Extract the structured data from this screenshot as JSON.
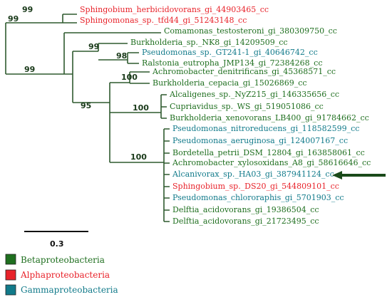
{
  "colors": {
    "beta": "#1f6f1f",
    "alpha": "#e8222a",
    "gamma": "#117a8a",
    "branch": "#2f5a2f",
    "arrow": "#1a4a1a"
  },
  "tips": [
    {
      "label": "Sphingobium_herbicidovorans_gi_44903465_cc",
      "group": "alpha"
    },
    {
      "label": "Sphingomonas_sp._tfd44_gi_51243148_cc",
      "group": "alpha"
    },
    {
      "label": "Comamonas_testosteroni_gi_380309750_cc",
      "group": "beta"
    },
    {
      "label": "Burkholderia_sp._NK8_gi_14209509_cc",
      "group": "beta"
    },
    {
      "label": "Pseudomonas_sp._GT241-1_gi_40646742_cc",
      "group": "gamma"
    },
    {
      "label": "Ralstonia_eutropha_JMP134_gi_72384268_cc",
      "group": "beta"
    },
    {
      "label": "Achromobacter_denitrificans_gi_45368571_cc",
      "group": "beta"
    },
    {
      "label": "Burkholderia_cepacia_gi_15026869_cc",
      "group": "beta"
    },
    {
      "label": "Alcaligenes_sp._NyZ215_gi_146335656_cc",
      "group": "beta"
    },
    {
      "label": "Cupriavidus_sp._WS_gi_519051086_cc",
      "group": "beta"
    },
    {
      "label": "Burkholderia_xenovorans_LB400_gi_91784662_cc",
      "group": "beta"
    },
    {
      "label": "Pseudomonas_nitroreducens_gi_118582599_cc",
      "group": "gamma"
    },
    {
      "label": "Pseudomonas_aeruginosa_gi_124007167_cc",
      "group": "gamma"
    },
    {
      "label": "Bordetella_petrii_DSM_12804_gi_163858061_cc",
      "group": "beta"
    },
    {
      "label": "Achromobacter_xylosoxidans_A8_gi_58616646_cc",
      "group": "beta"
    },
    {
      "label": "Alcanivorax_sp._HA03_gi_387941124_cc",
      "group": "gamma"
    },
    {
      "label": "Sphingobium_sp._DS20_gi_544809101_cc",
      "group": "alpha"
    },
    {
      "label": "Pseudomonas_chlororaphis_gi_5701903_cc",
      "group": "gamma"
    },
    {
      "label": "Delftia_acidovorans_gi_19386504_cc",
      "group": "beta"
    },
    {
      "label": "Delftia_acidovorans_gi_21723495_cc",
      "group": "beta"
    }
  ],
  "bootstrap": [
    "99",
    "99",
    "99",
    "98",
    "99",
    "100",
    "95",
    "100",
    "100"
  ],
  "scale_bar": {
    "label": "0.3"
  },
  "legend": [
    {
      "label": "Betaproteobacteria",
      "group": "beta"
    },
    {
      "label": "Alphaproteobacteria",
      "group": "alpha"
    },
    {
      "label": "Gammaproteobacteria",
      "group": "gamma"
    }
  ]
}
